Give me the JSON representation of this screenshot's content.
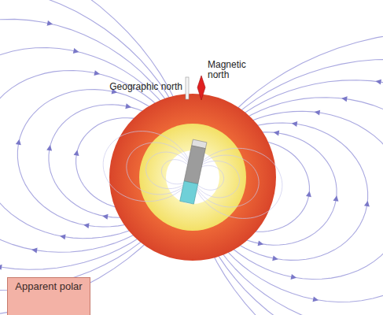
{
  "diagram": {
    "nodes": [
      {
        "text": [
          "Apparent polar"
        ]
      }
    ],
    "labels": [
      "Geographic north",
      "Magnetic north"
    ]
  }
}
